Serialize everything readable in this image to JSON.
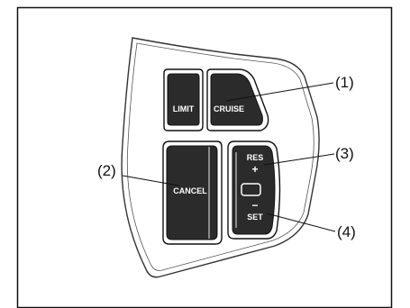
{
  "buttons": {
    "limit": "LIMIT",
    "cruise": "CRUISE",
    "cancel": "CANCEL",
    "res": "RES",
    "plus": "+",
    "minus": "−",
    "set": "SET"
  },
  "callouts": {
    "c1": "(1)",
    "c2": "(2)",
    "c3": "(3)",
    "c4": "(4)"
  },
  "colors": {
    "button_fill": "#2b2b2b",
    "button_stroke": "#111111",
    "panel_stroke": "#333333",
    "frame": "#111111"
  }
}
